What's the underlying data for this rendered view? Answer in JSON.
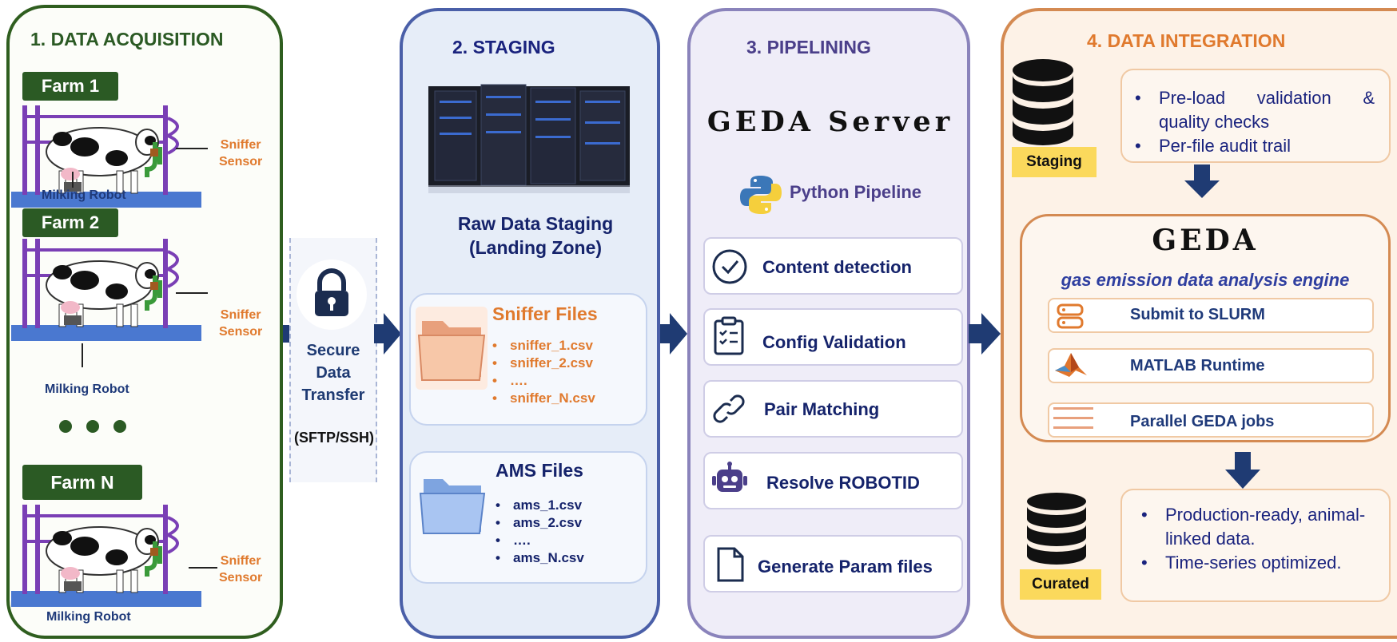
{
  "sections": {
    "acquisition": {
      "title": "1. DATA ACQUISITION"
    },
    "staging": {
      "title": "2. STAGING"
    },
    "pipelining": {
      "title": "3. PIPELINING"
    },
    "integration": {
      "title": "4. DATA INTEGRATION"
    }
  },
  "farms": [
    {
      "label": "Farm 1",
      "sensor_line1": "Sniffer",
      "sensor_line2": "Sensor",
      "robot": "Milking Robot"
    },
    {
      "label": "Farm 2",
      "sensor_line1": "Sniffer",
      "sensor_line2": "Sensor",
      "robot": "Milking Robot"
    },
    {
      "label": "Farm N",
      "sensor_line1": "Sniffer",
      "sensor_line2": "Sensor",
      "robot": "Milking Robot"
    }
  ],
  "transfer": {
    "line1": "Secure",
    "line2": "Data",
    "line3": "Transfer",
    "protocol": "(SFTP/SSH)"
  },
  "staging": {
    "zone_line1": "Raw Data Staging",
    "zone_line2": "(Landing Zone)",
    "sniffer": {
      "title": "Sniffer Files",
      "files": [
        "sniffer_1.csv",
        "sniffer_2.csv",
        "….",
        "sniffer_N.csv"
      ]
    },
    "ams": {
      "title": "AMS Files",
      "files": [
        "ams_1.csv",
        "ams_2.csv",
        "….",
        "ams_N.csv"
      ]
    }
  },
  "pipeline": {
    "server": "GEDA Server",
    "python": "Python Pipeline",
    "steps": [
      {
        "label": "Content detection",
        "icon": "check-circle-icon"
      },
      {
        "label": "Config Validation",
        "icon": "clipboard-check-icon"
      },
      {
        "label": "Pair Matching",
        "icon": "link-icon"
      },
      {
        "label": "Resolve ROBOTID",
        "icon": "robot-icon"
      },
      {
        "label": "Generate Param files",
        "icon": "file-icon"
      }
    ]
  },
  "integration": {
    "staging_badge": "Staging",
    "staging_notes": [
      "Pre-load validation & quality checks",
      "Per-file audit trail"
    ],
    "geda_title": "GEDA",
    "geda_subtitle": "gas emission data analysis engine",
    "tools": [
      {
        "label": "Submit to SLURM",
        "icon": "server-icon"
      },
      {
        "label": "MATLAB Runtime",
        "icon": "matlab-icon"
      },
      {
        "label": "Parallel GEDA jobs",
        "icon": "lines-icon"
      }
    ],
    "curated_badge": "Curated",
    "curated_notes": [
      "Production-ready, animal-linked data.",
      "Time-series optimized."
    ]
  },
  "colors": {
    "acquisition": "#2f5e1f",
    "staging": "#4a5fa8",
    "pipelining": "#8a83bb",
    "integration": "#d48a52",
    "arrow": "#1f3b73",
    "sniffer": "#e07a2e",
    "navy": "#15236b"
  }
}
